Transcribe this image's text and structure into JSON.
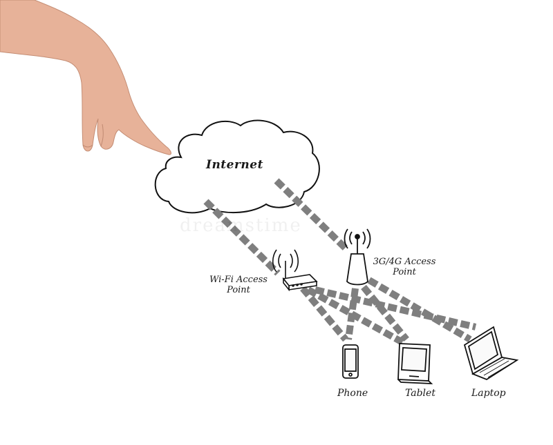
{
  "diagram": {
    "cloud_label": "Internet",
    "wifi_label_line1": "Wi-Fi Access",
    "wifi_label_line2": "Point",
    "cell_label_line1": "3G/4G  Access",
    "cell_label_line2": "Point",
    "device_phone": "Phone",
    "device_tablet": "Tablet",
    "device_laptop": "Laptop",
    "watermark": "dreamstime"
  },
  "colors": {
    "ink": "#1a1a1a",
    "link": "#7f7f7f",
    "skin": "#e9b49b",
    "background": "#ffffff"
  }
}
